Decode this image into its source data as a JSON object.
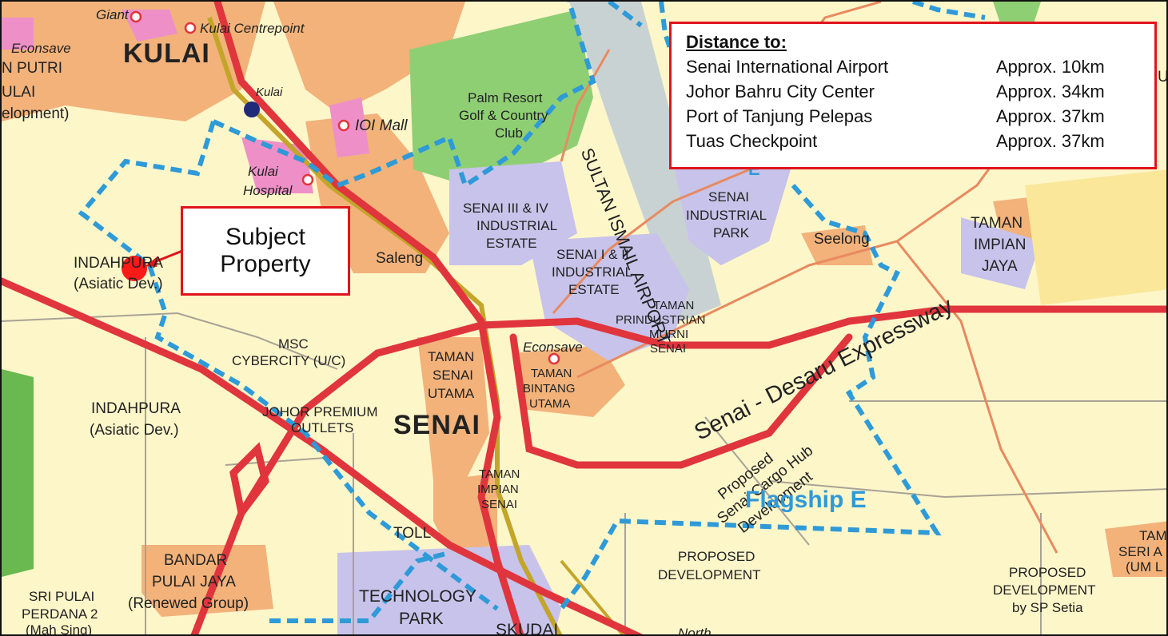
{
  "colors": {
    "background": "#fdf6c9",
    "residential": "#f2b27a",
    "commercial": "#ee8fc8",
    "industrial": "#c7c3ea",
    "golf": "#8fcf74",
    "airport": "#c9d2d2",
    "road": "#e0353d",
    "boundary_dashed": "#2e9ad8",
    "callout_border": "#e0141c"
  },
  "callout": {
    "line1": "Subject",
    "line2": "Property"
  },
  "infobox": {
    "heading": "Distance to:",
    "rows": [
      {
        "name": "Senai International Airport",
        "distance": "Approx. 10km"
      },
      {
        "name": "Johor Bahru City Center",
        "distance": "Approx. 34km"
      },
      {
        "name": "Port of Tanjung Pelepas",
        "distance": "Approx. 37km"
      },
      {
        "name": "Tuas Checkpoint",
        "distance": "Approx. 37km"
      }
    ]
  },
  "labels": {
    "giant": "Giant",
    "kulai_centrepoint": "Kulai Centrepoint",
    "econsave_nw": "Econsave",
    "putri": "N PUTRI",
    "ulai": "ULAI",
    "elopment": "elopment)",
    "kulai_big": "KULAI",
    "kulai_station": "Kulai",
    "ioi_mall": "IOI Mall",
    "kulai_hospital_1": "Kulai",
    "kulai_hospital_2": "Hospital",
    "palm_resort_1": "Palm Resort",
    "palm_resort_2": "Golf & Country",
    "palm_resort_3": "Club",
    "sultan_ismail_airport": "SULTAN ISMAIL AIRPORT",
    "senai_3_4_1": "SENAI III & IV",
    "senai_3_4_2": "INDUSTRIAL",
    "senai_3_4_3": "ESTATE",
    "senai_1_2_1": "SENAI I & II",
    "senai_1_2_2": "INDUSTRIAL",
    "senai_1_2_3": "ESTATE",
    "senai_ind_park_1": "SENAI",
    "senai_ind_park_2": "INDUSTRIAL",
    "senai_ind_park_3": "PARK",
    "seelong": "Seelong",
    "taman_impian_jaya_1": "TAMAN",
    "taman_impian_jaya_2": "IMPIAN",
    "taman_impian_jaya_3": "JAYA",
    "indahpura_top_1": "INDAHPURA",
    "indahpura_top_2": "(Asiatic Dev.)",
    "saleng": "Saleng",
    "prindustrian_1": "TAMAN",
    "prindustrian_2": "PRINDUSTRIAN",
    "prindustrian_3": "MURNI",
    "prindustrian_4": "SENAI",
    "expressway": "Senai - Desaru Expressway",
    "msc_1": "MSC",
    "msc_2": "CYBERCITY (U/C)",
    "taman_senai_utama_1": "TAMAN",
    "taman_senai_utama_2": "SENAI",
    "taman_senai_utama_3": "UTAMA",
    "econsave_senai": "Econsave",
    "taman_bintang_1": "TAMAN",
    "taman_bintang_2": "BINTANG",
    "taman_bintang_3": "UTAMA",
    "indahpura_1": "INDAHPURA",
    "indahpura_2": "(Asiatic Dev.)",
    "johor_premium_1": "JOHOR PREMIUM",
    "johor_premium_2": "OUTLETS",
    "senai_big": "SENAI",
    "cargo_hub_1": "Proposed",
    "cargo_hub_2": "Senai Cargo Hub",
    "cargo_hub_3": "Development",
    "flagship": "Flagship E",
    "e_marker": "E",
    "taman_impian_senai_1": "TAMAN",
    "taman_impian_senai_2": "IMPIAN",
    "taman_impian_senai_3": "SENAI",
    "toll": "TOLL",
    "bandar_pulai_1": "BANDAR",
    "bandar_pulai_2": "PULAI JAYA",
    "bandar_pulai_3": "(Renewed Group)",
    "proposed_dev_1": "PROPOSED",
    "proposed_dev_2": "DEVELOPMENT",
    "sp_setia_1": "PROPOSED",
    "sp_setia_2": "DEVELOPMENT",
    "sp_setia_3": "by SP Setia",
    "tam_seri_1": "TAM",
    "tam_seri_2": "SERI A",
    "tam_seri_3": "(UM L",
    "sri_pulai_1": "SRI PULAI",
    "sri_pulai_2": "PERDANA 2",
    "sri_pulai_3": "(Mah Sing)",
    "tech_park_1": "TECHNOLOGY",
    "tech_park_2": "PARK",
    "skudai": "SKUDAI",
    "north": "North",
    "right_edge_u": "U"
  }
}
